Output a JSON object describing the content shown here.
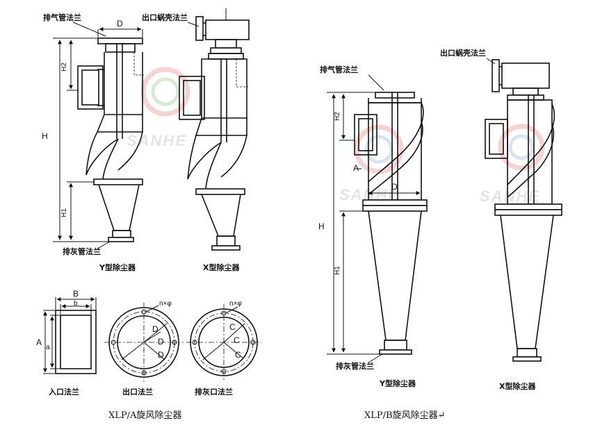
{
  "watermark": {
    "text": "SANHE",
    "colors": [
      "#e05050",
      "#6cae5a",
      "#3a7fc0"
    ]
  },
  "xlp_a": {
    "y_type": {
      "exhaust_flange": "排气管法兰",
      "ash_flange": "排灰管法兰",
      "title": "Y型除尘器",
      "dims": {
        "D": "D",
        "H": "H",
        "H2": "H2",
        "H1": "H1"
      }
    },
    "x_type": {
      "outlet_scroll_flange": "出口蜗壳法兰",
      "title": "X型除尘器"
    },
    "flanges": {
      "inlet": {
        "label": "入口法兰",
        "A": "A",
        "a": "a",
        "B": "B",
        "b": "b"
      },
      "outlet": {
        "label": "出口法兰",
        "holes": "n×φ",
        "D1": "D",
        "D2": "D",
        "D3": "D"
      },
      "ash": {
        "label": "排灰口法兰",
        "holes": "n×φ",
        "C1": "C",
        "C2": "C",
        "C3": "C"
      }
    },
    "caption": "XLP/A旋风除尘器"
  },
  "xlp_b": {
    "y_type": {
      "exhaust_flange": "排气管法兰",
      "ash_flange": "排灰管法兰",
      "title": "Y型除尘器",
      "dims": {
        "H": "H",
        "H2": "H2",
        "H1": "H1",
        "A": "A",
        "D": "D"
      }
    },
    "x_type": {
      "outlet_scroll_flange": "出口蜗壳法兰",
      "title": "X型除尘器"
    },
    "caption": "XLP/B旋风除尘器↵"
  }
}
